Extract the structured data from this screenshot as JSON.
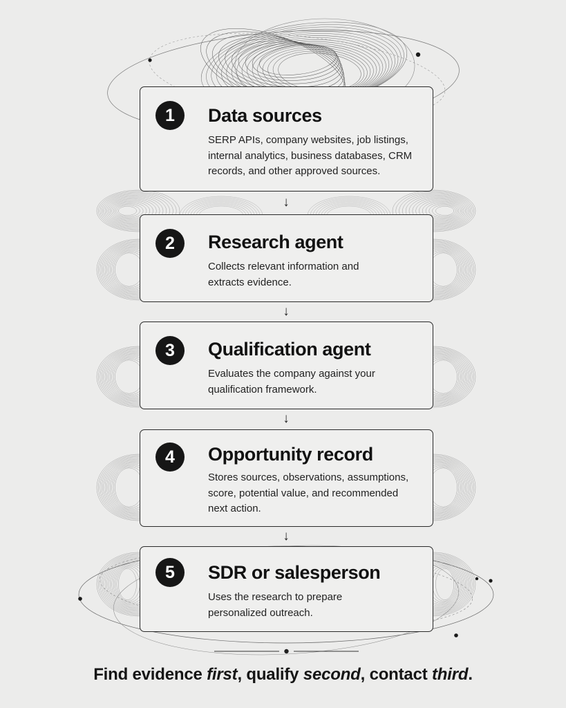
{
  "steps": [
    {
      "number": "1",
      "title": "Data sources",
      "description": "SERP APIs, company websites, job listings, internal analytics, business databases, CRM records, and other approved sources."
    },
    {
      "number": "2",
      "title": "Research agent",
      "description": "Collects relevant information and extracts evidence."
    },
    {
      "number": "3",
      "title": "Qualification agent",
      "description": "Evaluates the company against your qualification framework."
    },
    {
      "number": "4",
      "title": "Opportunity record",
      "description": "Stores sources, observations, assumptions, score, potential value, and recommended next action."
    },
    {
      "number": "5",
      "title": "SDR or salesperson",
      "description": "Uses the research to prepare personalized outreach."
    }
  ],
  "arrow_glyph": "↓",
  "tagline": {
    "part1": "Find evidence ",
    "em1": "first",
    "part2": ", qualify ",
    "em2": "second",
    "part3": ", contact ",
    "em3": "third",
    "part4": "."
  }
}
